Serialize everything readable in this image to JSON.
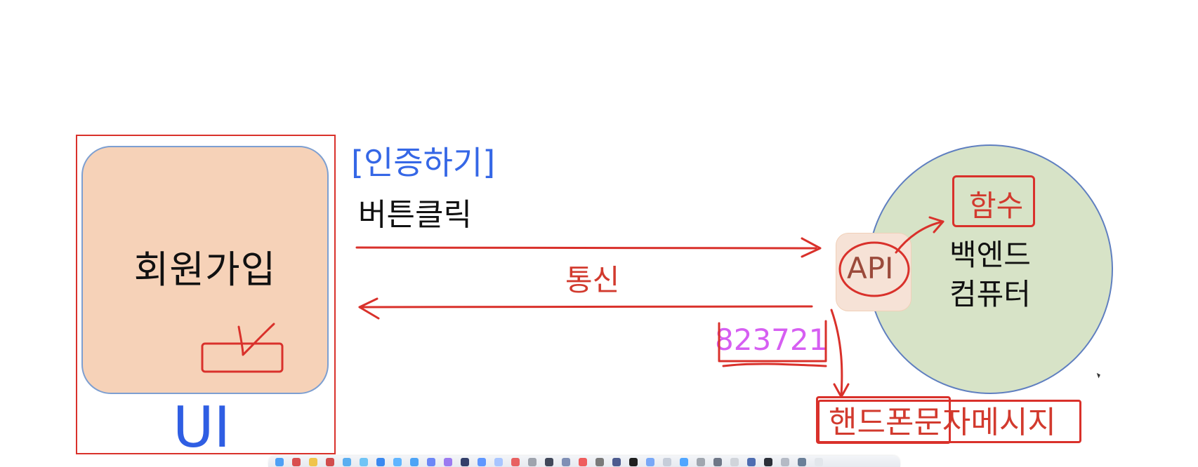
{
  "labels": {
    "signup": "회원가입",
    "ui": "UI",
    "auth": "[인증하기]",
    "button_click": "버튼클릭",
    "communication": "통신",
    "code": "823721",
    "api": "API",
    "function": "함수",
    "backend_line1": "백엔드",
    "backend_line2": "컴퓨터",
    "sms": "핸드폰문자메시지"
  },
  "colors": {
    "ui_blue": "#2f5ee3",
    "annotation_red": "#d9312b",
    "signup_fill": "#f6d2b8",
    "backend_fill": "#d7e3c7",
    "code_purple": "#d65ef2"
  }
}
